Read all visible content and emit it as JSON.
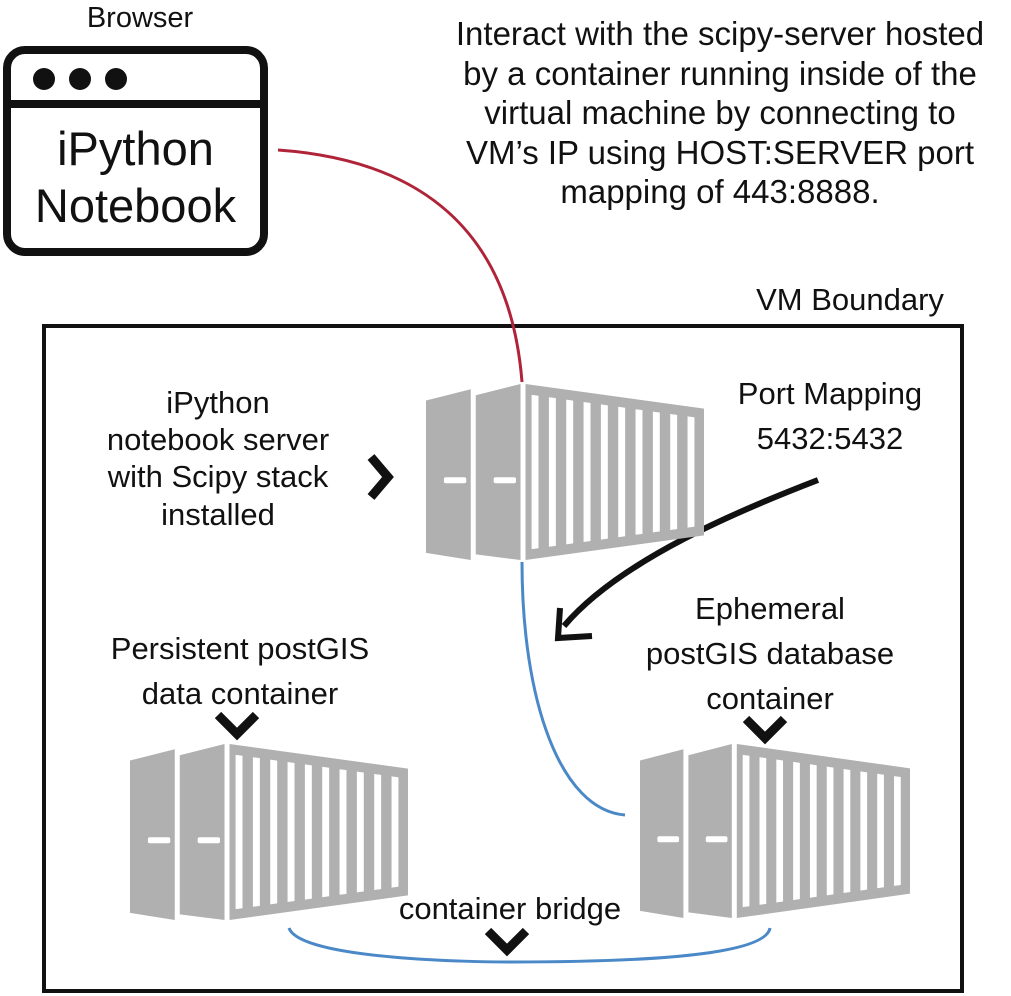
{
  "browser": {
    "title": "Browser",
    "content": "iPython\nNotebook"
  },
  "note": "Interact with the scipy-server hosted\nby a container running inside of the\nvirtual machine by connecting to\nVM’s IP using HOST:SERVER port\nmapping of  443:8888.",
  "vm_boundary": {
    "label": "VM Boundary"
  },
  "containers": {
    "server": {
      "label": "iPython\nnotebook server\nwith Scipy stack\ninstalled"
    },
    "ephemeral": {
      "label": "Ephemeral\npostGIS database\ncontainer"
    },
    "persistent": {
      "label": "Persistent postGIS\ndata container"
    }
  },
  "port_mapping": {
    "label": "Port Mapping\n5432:5432"
  },
  "bridge": {
    "label": "container bridge"
  },
  "colors": {
    "browser_link": "#b0243a",
    "container_link": "#4a88c7",
    "container_fill": "#b0b0b0",
    "outline": "#111111"
  }
}
